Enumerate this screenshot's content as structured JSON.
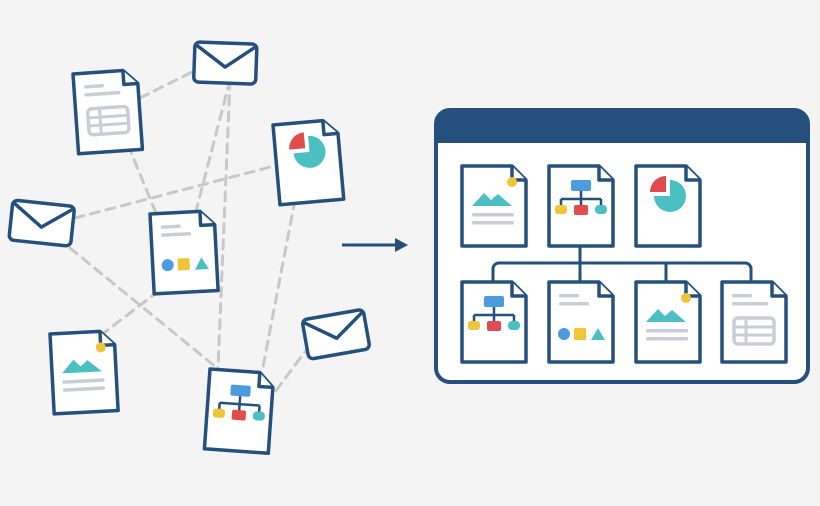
{
  "colors": {
    "background": "#f4f4f5",
    "outline": "#25507d",
    "window_header": "#25507d",
    "paper": "#ffffff",
    "dashed_line": "#c8c8c8",
    "text_line": "#c9ced6",
    "teal": "#4bbfc1",
    "red": "#e04b4b",
    "yellow": "#f3c43a",
    "blue": "#4c9bde"
  },
  "scattered_items": [
    {
      "kind": "spreadsheet-doc",
      "icon": "spreadsheet-document-icon"
    },
    {
      "kind": "envelope",
      "icon": "envelope-icon"
    },
    {
      "kind": "pie-chart-doc",
      "icon": "pie-chart-document-icon"
    },
    {
      "kind": "envelope",
      "icon": "envelope-icon"
    },
    {
      "kind": "shapes-doc",
      "icon": "shapes-document-icon"
    },
    {
      "kind": "image-doc",
      "icon": "image-document-icon"
    },
    {
      "kind": "envelope",
      "icon": "envelope-icon"
    },
    {
      "kind": "flowchart-doc",
      "icon": "flowchart-document-icon"
    }
  ],
  "arrow": {
    "icon": "right-arrow-icon"
  },
  "organized_window": {
    "top_row": [
      "image-document-icon",
      "flowchart-document-icon",
      "pie-chart-document-icon"
    ],
    "bottom_row": [
      "flowchart-document-icon",
      "shapes-document-icon",
      "image-document-icon",
      "spreadsheet-document-icon"
    ]
  }
}
